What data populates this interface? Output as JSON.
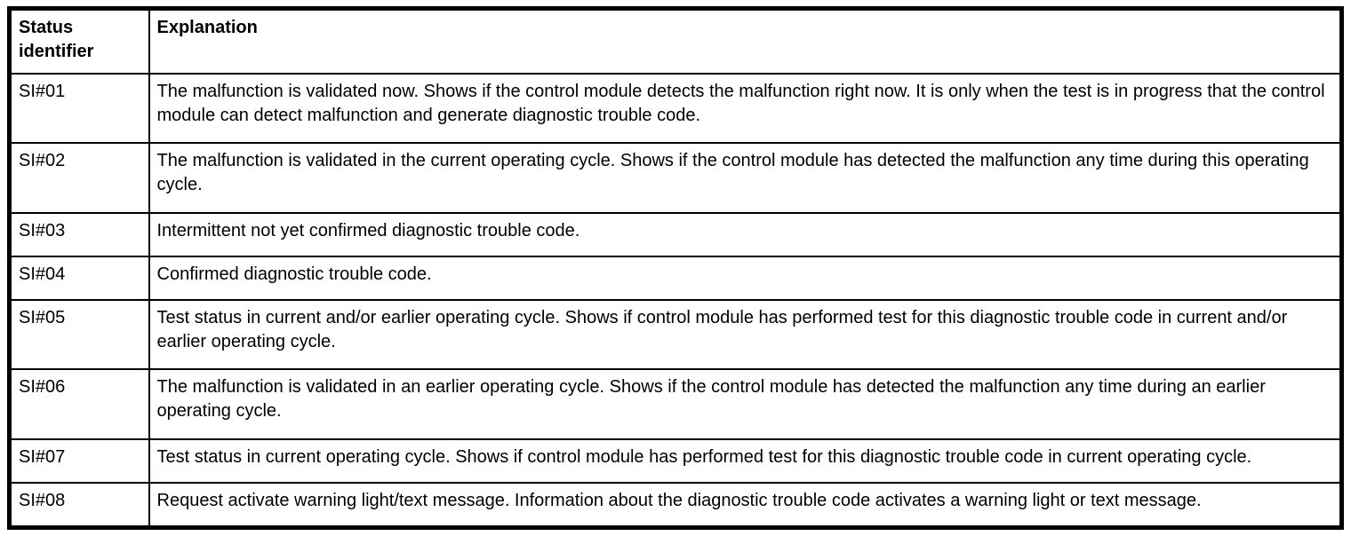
{
  "colors": {
    "border": "#000000",
    "background": "#ffffff",
    "text": "#000000"
  },
  "table": {
    "columns": [
      {
        "label": "Status identifier"
      },
      {
        "label": "Explanation"
      }
    ],
    "rows": [
      {
        "id": "SI#01",
        "explanation": "The malfunction is validated now. Shows if the control module detects the malfunction right now. It is only when the test is in progress that the control module can detect malfunction and generate diagnostic trouble code."
      },
      {
        "id": "SI#02",
        "explanation": "The malfunction is validated in the current operating cycle. Shows if the control module has detected the malfunction any time during this operating cycle."
      },
      {
        "id": "SI#03",
        "explanation": "Intermittent not yet confirmed diagnostic trouble code."
      },
      {
        "id": "SI#04",
        "explanation": "Confirmed diagnostic trouble code."
      },
      {
        "id": "SI#05",
        "explanation": "Test status in current and/or earlier operating cycle. Shows if control module has performed test for this diagnostic trouble code in current and/or earlier operating cycle."
      },
      {
        "id": "SI#06",
        "explanation": "The malfunction is validated in an earlier operating cycle. Shows if the control module has detected the malfunction any time during an earlier operating cycle."
      },
      {
        "id": "SI#07",
        "explanation": "Test status in current operating cycle. Shows if control module has performed test for this diagnostic trouble code in current operating cycle."
      },
      {
        "id": "SI#08",
        "explanation": "Request activate warning light/text message. Information about the diagnostic trouble code activates a warning light or text message."
      }
    ]
  }
}
